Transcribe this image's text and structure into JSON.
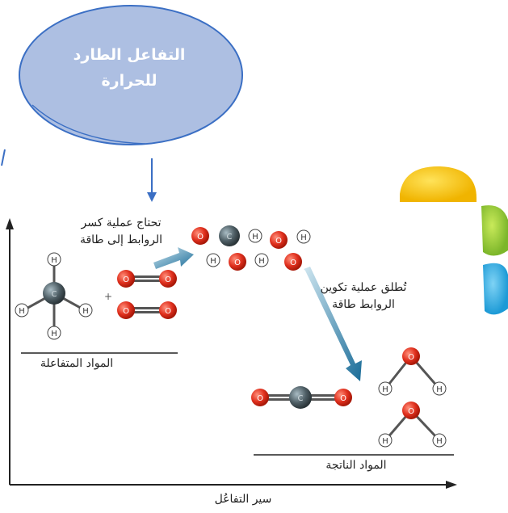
{
  "title": {
    "line1": "التفاعل الطارد",
    "line2": "للحرارة"
  },
  "labels": {
    "break_bonds_line1": "تحتاج عملية كسر",
    "break_bonds_line2": "الروابط إلى طاقة",
    "form_bonds_line1": "تُطلق عملية تكوين",
    "form_bonds_line2": "الروابط طاقة",
    "reactants": "المواد المتفاعلة",
    "products": "المواد الناتجة",
    "x_axis": "سير التفاعُل",
    "plus": "+"
  },
  "atoms": {
    "H": "H",
    "C": "C",
    "O": "O"
  },
  "colors": {
    "bubble_fill": "#adbfe2",
    "bubble_stroke": "#3b6fc4",
    "oxygen": "#e0301e",
    "carbon": "#4f5f66",
    "hydrogen": "#ffffff",
    "arrow": "#2a7aa6"
  }
}
